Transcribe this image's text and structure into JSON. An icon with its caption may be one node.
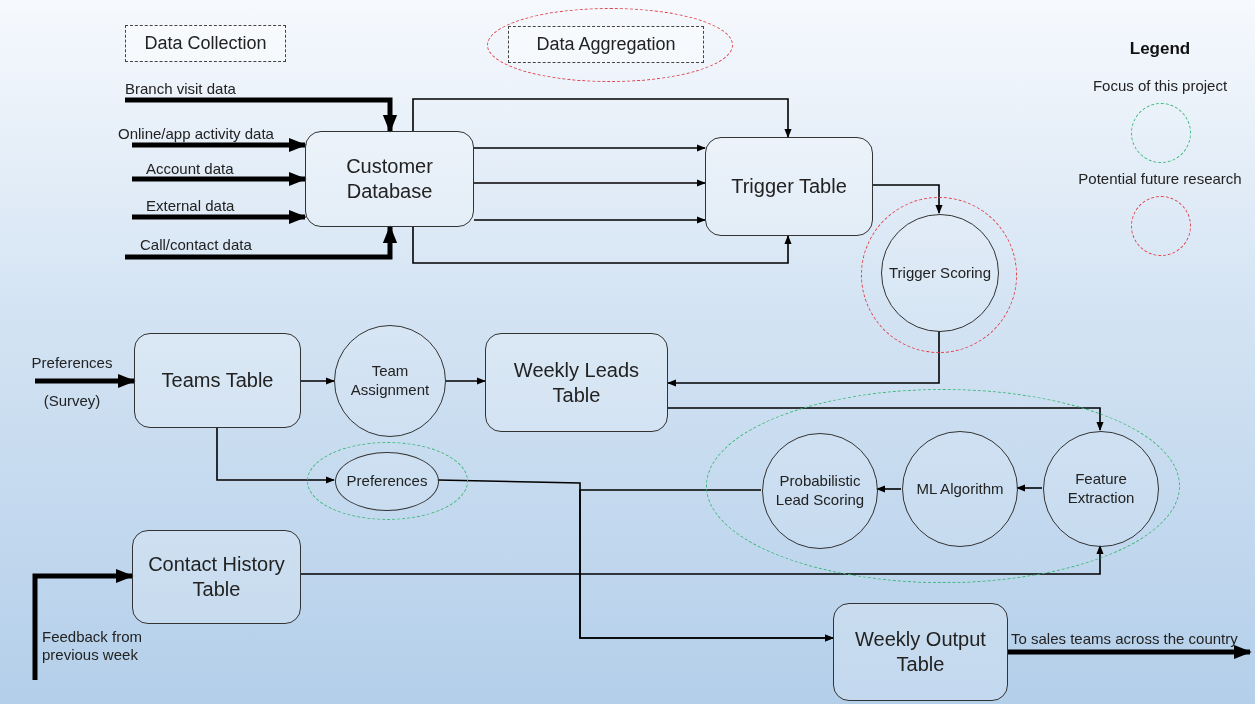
{
  "diagram": {
    "nodes": [
      {
        "text": [
          "Data Collection"
        ]
      },
      {
        "text": [],
        "shape": "ellipse"
      },
      {
        "text": [
          "Data Aggregation"
        ],
        "in": 1
      },
      {
        "text": [
          "Customer Database"
        ]
      },
      {
        "text": [
          "Trigger Table"
        ]
      },
      {
        "text": [],
        "shape": "circle"
      },
      {
        "text": [
          "Trigger Scoring"
        ],
        "in": 5
      },
      {
        "text": [
          "Teams Table"
        ]
      },
      {
        "text": [
          "Team Assignment"
        ]
      },
      {
        "text": [
          "Weekly Leads Table"
        ]
      },
      {
        "text": [],
        "shape": "ellipse"
      },
      {
        "text": [
          "Preferences"
        ],
        "in": 10
      },
      {
        "text": [],
        "shape": "ellipse"
      },
      {
        "text": [
          "Probabilistic Lead Scoring"
        ],
        "in": 12
      },
      {
        "text": [
          "ML Algorithm"
        ],
        "in": 12
      },
      {
        "text": [
          "Feature Extraction"
        ],
        "in": 12
      },
      {
        "text": [
          "Contact History Table"
        ]
      },
      {
        "text": [
          "Weekly Output Table"
        ]
      }
    ],
    "edges": [
      {
        "from": null,
        "to": 3,
        "arrow": "to",
        "label": "Branch visit data",
        "style": "thick"
      },
      {
        "from": null,
        "to": 3,
        "arrow": "to",
        "label": "Online/app activity data",
        "style": "thick"
      },
      {
        "from": null,
        "to": 3,
        "arrow": "to",
        "label": "Account data",
        "style": "thick"
      },
      {
        "from": null,
        "to": 3,
        "arrow": "to",
        "label": "External data",
        "style": "thick"
      },
      {
        "from": null,
        "to": 3,
        "arrow": "to",
        "label": "Call/contact data",
        "style": "thick"
      },
      {
        "from": 3,
        "to": 4,
        "arrow": "to"
      },
      {
        "from": 3,
        "to": 4,
        "arrow": "to"
      },
      {
        "from": 3,
        "to": 4,
        "arrow": "to"
      },
      {
        "from": 3,
        "to": 4,
        "arrow": "to"
      },
      {
        "from": 3,
        "to": 4,
        "arrow": "to"
      },
      {
        "from": 4,
        "to": 6,
        "arrow": "to"
      },
      {
        "from": 6,
        "to": 9,
        "arrow": "to"
      },
      {
        "from": null,
        "to": 7,
        "arrow": "to",
        "label": "Preferences (Survey)",
        "style": "thick"
      },
      {
        "from": 7,
        "to": 8,
        "arrow": "to"
      },
      {
        "from": 8,
        "to": 9,
        "arrow": "to"
      },
      {
        "from": 7,
        "to": 11,
        "arrow": "to"
      },
      {
        "from": 9,
        "to": 15,
        "arrow": "to"
      },
      {
        "from": 15,
        "to": 14,
        "arrow": "to"
      },
      {
        "from": 14,
        "to": 13,
        "arrow": "to"
      },
      {
        "from": 11,
        "to": 17,
        "arrow": "to"
      },
      {
        "from": 13,
        "to": 17,
        "arrow": "to"
      },
      {
        "from": 16,
        "to": 15,
        "arrow": "to"
      },
      {
        "from": 17,
        "to": null,
        "arrow": "to",
        "label": "To sales teams across the country",
        "style": "thick"
      },
      {
        "from": null,
        "to": 16,
        "arrow": "to",
        "label": "Feedback from previous week",
        "style": "thick"
      }
    ],
    "labels": [
      "Legend"
    ],
    "legend": [
      {
        "text": "Focus of this project"
      },
      {
        "text": "Potential future research"
      }
    ]
  }
}
